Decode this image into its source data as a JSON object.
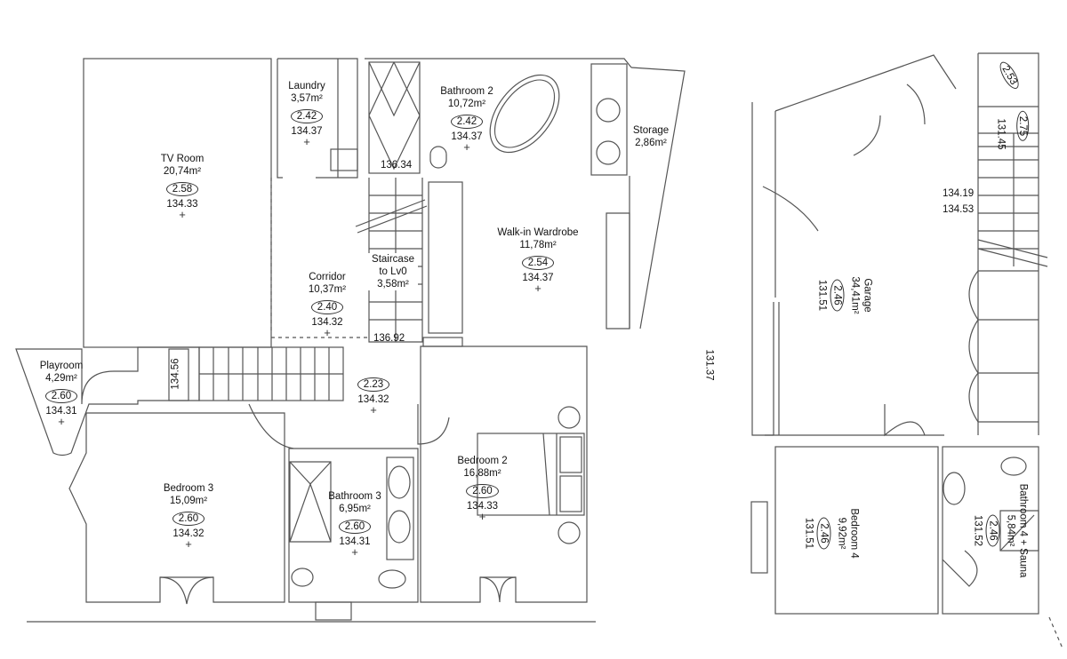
{
  "plan": {
    "left_level": {
      "rooms": [
        {
          "name": "TV Room",
          "area": "20,74m²",
          "height": "2.58",
          "elevation": "134.33"
        },
        {
          "name": "Laundry",
          "area": "3,57m²",
          "height": "2.42",
          "elevation": "134.37"
        },
        {
          "name": "Bathroom 2",
          "area": "10,72m²",
          "height": "2.42",
          "elevation": "134.37"
        },
        {
          "name": "Storage",
          "area": "2,86m²"
        },
        {
          "name": "Walk-in Wardrobe",
          "area": "11,78m²",
          "height": "2.54",
          "elevation": "134.37"
        },
        {
          "name": "Staircase to Lv0",
          "area": "3,58m²"
        },
        {
          "name": "Corridor",
          "area": "10,37m²",
          "height": "2.40",
          "elevation": "134.32"
        },
        {
          "name": "Playroom",
          "area": "4,29m²",
          "height": "2.60",
          "elevation": "134.31"
        },
        {
          "name": "",
          "area": "",
          "height": "2.23",
          "elevation": "134.32"
        },
        {
          "name": "Bedroom 3",
          "area": "15,09m²",
          "height": "2.60",
          "elevation": "134.32"
        },
        {
          "name": "Bathroom 3",
          "area": "6,95m²",
          "height": "2.60",
          "elevation": "134.31"
        },
        {
          "name": "Bedroom 2",
          "area": "16,88m²",
          "height": "2.60",
          "elevation": "134.33"
        }
      ],
      "spot_elevations": [
        "136.34",
        "136.92",
        "134.56"
      ]
    },
    "right_level": {
      "rooms": [
        {
          "name": "Garage",
          "area": "34,41m²",
          "height": "2.46",
          "elevation": "131.51"
        },
        {
          "name": "Bedroom 4",
          "area": "9,92m²",
          "height": "2.46",
          "elevation": "131.51"
        },
        {
          "name": "Bathroom 4 + Sauna",
          "area": "5,84m²",
          "height": "2.46",
          "elevation": "131.52"
        }
      ],
      "spot_elevations": [
        "2.53",
        "2.75",
        "131.45",
        "134.19",
        "134.53"
      ]
    },
    "outside_elevation": "131.37",
    "cross_mark": "+"
  }
}
